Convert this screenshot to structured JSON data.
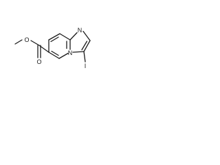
{
  "molecule": {
    "atoms": {
      "methoxy_o": "O",
      "carbonyl_o": "O",
      "ring_n_top": "N",
      "ring_n_bridge": "N",
      "iodine": "I"
    }
  }
}
